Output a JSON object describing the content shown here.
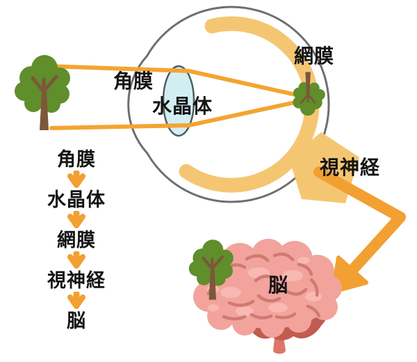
{
  "scene": {
    "labels": {
      "cornea": "角膜",
      "lens": "水晶体",
      "retina": "網膜",
      "optic_nerve": "視神経",
      "brain": "脳"
    }
  },
  "flow": {
    "steps": [
      "角膜",
      "水晶体",
      "網膜",
      "視神経",
      "脳"
    ]
  },
  "colors": {
    "ray": "#F4A431",
    "arrow": "#F2A032",
    "retina_band": "#F5C672",
    "lens_fill": "#D3EEF2",
    "lens_stroke": "#4D5F63",
    "eye_outline": "#6E6E6E",
    "tree_green": "#5F8E2B",
    "trunk_brown": "#7C573B",
    "brain_pink": "#F2A39C",
    "brain_dark": "#C25B50",
    "brain_stem": "#DE7669",
    "brain_line": "#CF7A72",
    "brain_patch": "#F7B9B1",
    "text": "#141414"
  }
}
